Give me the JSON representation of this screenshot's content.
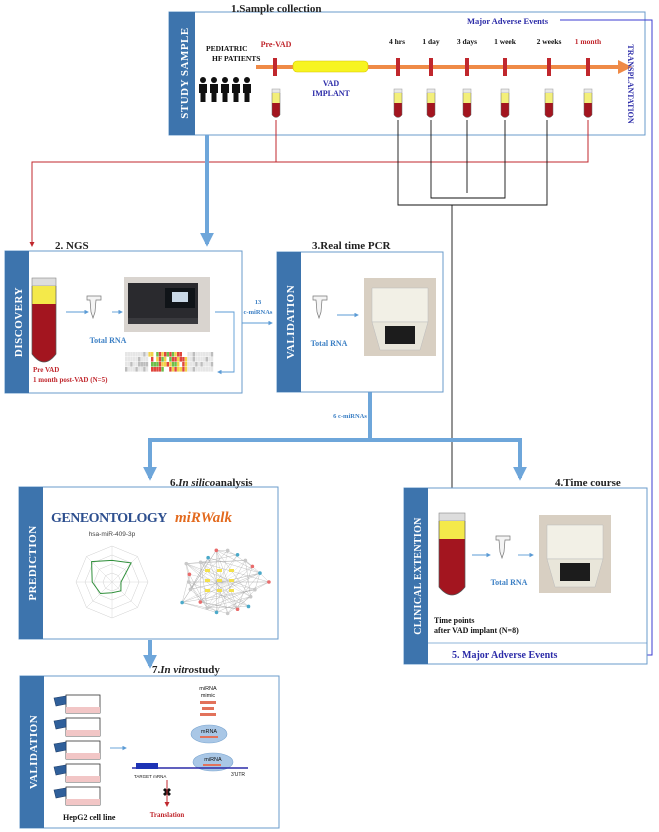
{
  "sample": {
    "title": "1.Sample collection",
    "side": "STUDY SAMPLE",
    "patients": [
      "PEDIATRIC",
      "HF PATIENTS"
    ],
    "pre_vad": "Pre-VAD",
    "vad": [
      "VAD",
      "IMPLANT"
    ],
    "times": [
      "4 hrs",
      "1 day",
      "3 days",
      "1 week",
      "2 weeks",
      "1 month"
    ],
    "transplant": "TRANSPLANTATION",
    "mae": "Major Adverse Events"
  },
  "ngs": {
    "title": "2. NGS",
    "side": "DISCOVERY",
    "total_rna": "Total RNA",
    "pre_vad": "Pre VAD",
    "post_vad": "1 month post-VAD (N=5)"
  },
  "pcr": {
    "title": "3.Real time PCR",
    "side": "VALIDATION",
    "total_rna": "Total RNA",
    "arrow_count": "13",
    "arrow_label": "c-miRNAs"
  },
  "split_label": "6 c-miRNAs",
  "insilico": {
    "title_prefix": "6.",
    "title_italic": "In silico",
    "title_suffix": "analysis",
    "side": "PREDICTION",
    "geneontology": "GENEONTOLOGY",
    "mirwalk": "miRWalk",
    "radar_title": "hsa-miR-409-3p"
  },
  "invitro": {
    "title_prefix": "7.",
    "title_italic": "In vitro",
    "title_suffix": "study",
    "side": "VALIDATION",
    "cell_line": "HepG2 cell line",
    "mirna_mimic": [
      "miRNA",
      "mimic"
    ],
    "mrna": "mRNA",
    "mirna": "miRNA",
    "target": "TARGET mRNA",
    "utr": "3'UTR",
    "translation": "Translation"
  },
  "timecourse": {
    "title": "4.Time course",
    "side": "CLINICAL EXTENTION",
    "total_rna": "Total RNA",
    "time_points": "Time points",
    "after": "after VAD implant (N=8)",
    "mae": "5. Major Adverse Events"
  },
  "colors": {
    "accent_blue": "#3b7fc4",
    "side_blue": "#3d74ad",
    "red": "#c0272d",
    "orange": "#ef8a47",
    "yellow": "#f7f420",
    "navy": "#2b2ba8"
  }
}
